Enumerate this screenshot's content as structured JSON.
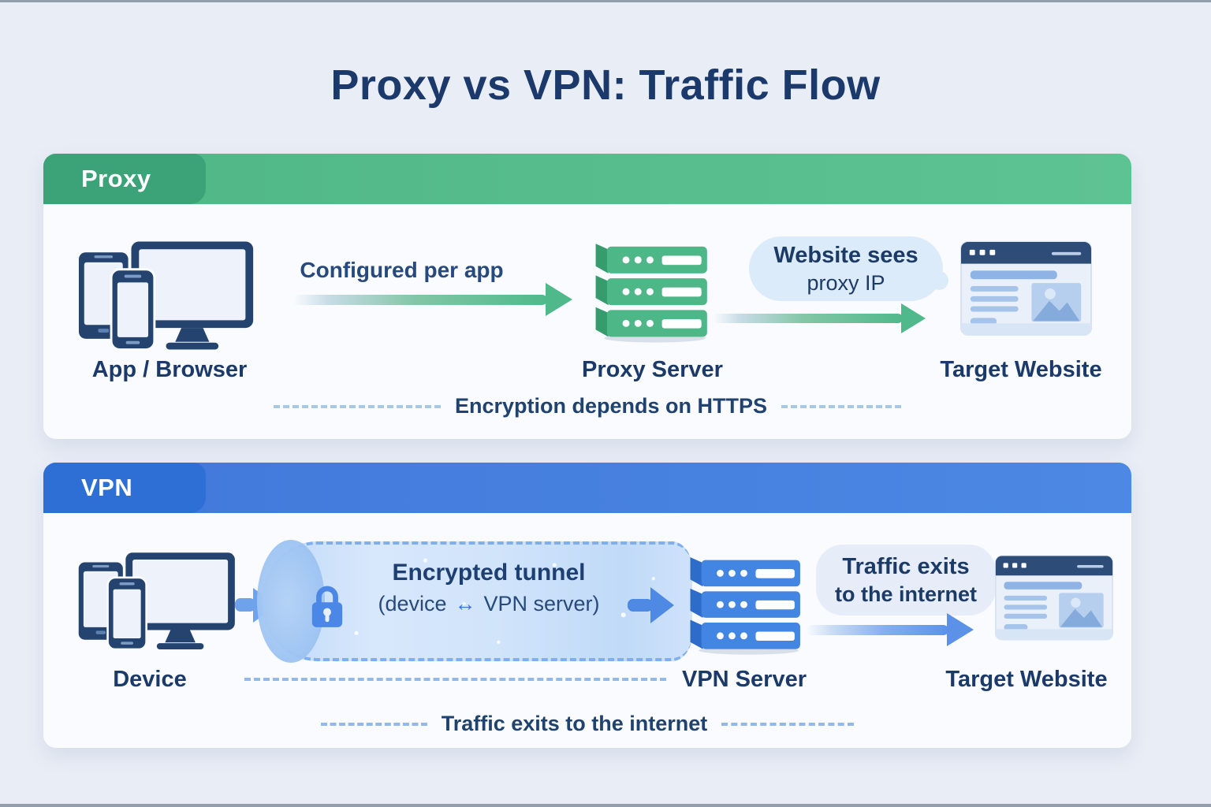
{
  "title": "Proxy vs VPN: Traffic Flow",
  "colors": {
    "page_bg": "#e9edf6",
    "card_bg": "#f9fbfe",
    "proxy_green": "#4fb98b",
    "proxy_green_dark": "#3ba377",
    "vpn_blue": "#4a86e3",
    "vpn_blue_dark": "#2e6fd5",
    "navy_text": "#1c3a69",
    "bubble_bg": "#dcebf9",
    "tunnel_dash": "#7fafee"
  },
  "proxy": {
    "tab": "Proxy",
    "device_label": "App / Browser",
    "flow_label": "Configured per app",
    "server_label": "Proxy Server",
    "bubble": {
      "line1": "Website sees",
      "line2": "proxy IP"
    },
    "website_label": "Target Website",
    "footnote": "Encryption depends on HTTPS"
  },
  "vpn": {
    "tab": "VPN",
    "device_label": "Device",
    "tunnel": {
      "line1": "Encrypted tunnel",
      "line2_pre": "(device",
      "line2_arrow": "↔",
      "line2_post": "VPN server)"
    },
    "server_label": "VPN Server",
    "bubble": {
      "line1": "Traffic exits",
      "line2": "to the internet"
    },
    "website_label": "Target Website",
    "footnote": "Traffic exits to the internet"
  }
}
